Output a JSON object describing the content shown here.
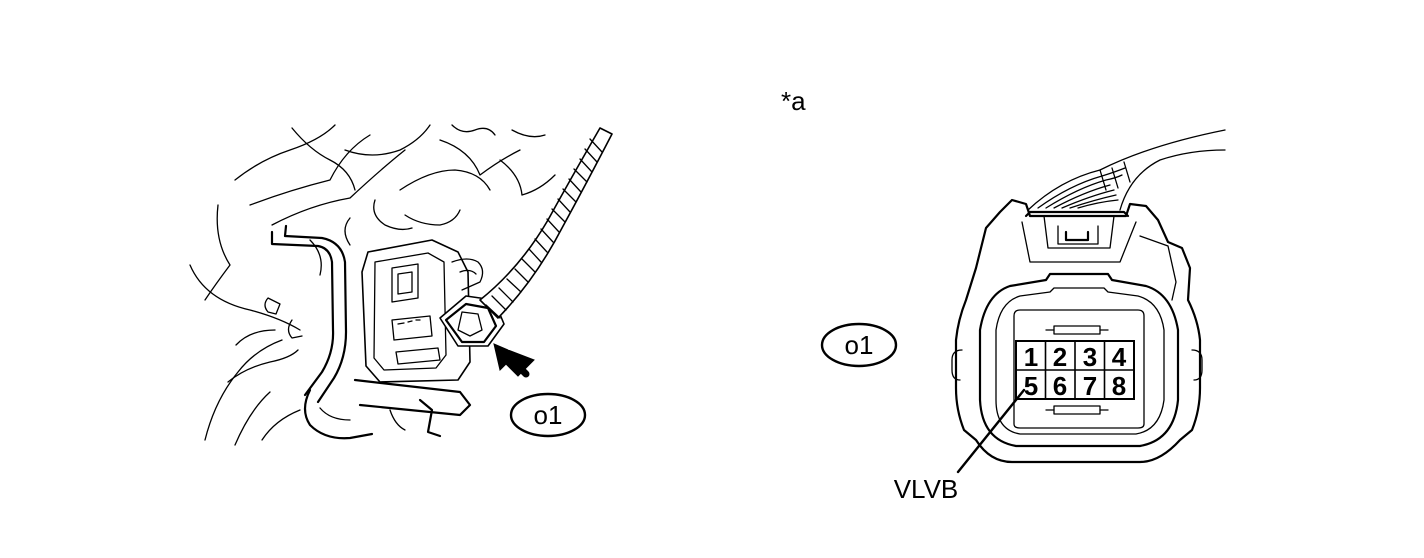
{
  "left_illustration": {
    "callout": "o1"
  },
  "right_illustration": {
    "view_label": "*a",
    "callout": "o1",
    "terminal_label": "VLVB",
    "pins": [
      [
        "1",
        "2",
        "3",
        "4"
      ],
      [
        "5",
        "6",
        "7",
        "8"
      ]
    ]
  }
}
